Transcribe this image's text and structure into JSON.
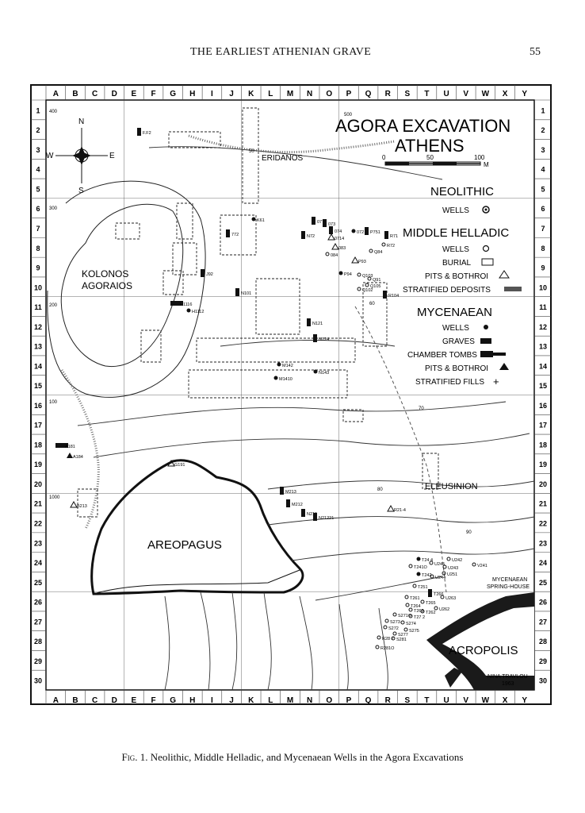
{
  "running_head": {
    "title": "THE EARLIEST ATHENIAN GRAVE",
    "page": "55"
  },
  "map": {
    "title_line1": "AGORA EXCAVATION",
    "title_line2": "ATHENS",
    "columns": [
      "A",
      "B",
      "C",
      "D",
      "E",
      "F",
      "G",
      "H",
      "I",
      "J",
      "K",
      "L",
      "M",
      "N",
      "O",
      "P",
      "Q",
      "R",
      "S",
      "T",
      "U",
      "V",
      "W",
      "X",
      "Y"
    ],
    "rows": [
      "1",
      "2",
      "3",
      "4",
      "5",
      "6",
      "7",
      "8",
      "9",
      "10",
      "11",
      "12",
      "13",
      "14",
      "15",
      "16",
      "17",
      "18",
      "19",
      "20",
      "21",
      "22",
      "23",
      "24",
      "25",
      "26",
      "27",
      "28",
      "29",
      "30"
    ],
    "scale": {
      "ticks": [
        "0",
        "50",
        "100"
      ],
      "unit": "M"
    },
    "compass": {
      "n": "N",
      "s": "S",
      "e": "E",
      "w": "W"
    },
    "legend": {
      "neolithic": {
        "heading": "NEOLITHIC",
        "wells": "WELLS"
      },
      "middle_helladic": {
        "heading": "MIDDLE HELLADIC",
        "wells": "WELLS",
        "burial": "BURIAL",
        "pits": "PITS & BOTHROI",
        "deposits": "STRATIFIED DEPOSITS"
      },
      "mycenaean": {
        "heading": "MYCENAEAN",
        "wells": "WELLS",
        "graves": "GRAVES",
        "chamber": "CHAMBER TOMBS",
        "pits": "PITS & BOTHROI",
        "fills": "STRATIFIED FILLS"
      }
    },
    "places": {
      "eridanos": "ERIDANOS",
      "kolonos1": "KOLONOS",
      "kolonos2": "AGORAIOS",
      "eleusinion": "ELEUSINION",
      "areopagus": "AREOPAGUS",
      "acropolis": "ACROPOLIS",
      "spring1": "MYCENAEAN",
      "spring2": "SPRING-HOUSE",
      "credit1": "NINA TRAVLOU",
      "credit2": "1963"
    },
    "contours": {
      "c50": "50",
      "c60": "60",
      "c70": "70",
      "c80": "80",
      "c90": "90"
    },
    "grid_values": {
      "g400": "400",
      "g300": "300",
      "g200": "200",
      "g100": "100",
      "g1000": "1000",
      "g500": "500"
    },
    "finds": [
      {
        "id": "F2",
        "label": "F.F2"
      },
      {
        "id": "K61",
        "label": "K61"
      },
      {
        "id": "772",
        "label": "772"
      },
      {
        "id": "N101",
        "label": "N101"
      },
      {
        "id": "N121",
        "label": "N121"
      },
      {
        "id": "N124",
        "label": "N124"
      },
      {
        "id": "M142",
        "label": "M142"
      },
      {
        "id": "N143",
        "label": "N143"
      },
      {
        "id": "M1410",
        "label": "M1410"
      },
      {
        "id": "H1112",
        "label": "H1112"
      },
      {
        "id": "H1116",
        "label": "H1116"
      },
      {
        "id": "J92",
        "label": "J92"
      },
      {
        "id": "077",
        "label": "077"
      },
      {
        "id": "073",
        "label": "073"
      },
      {
        "id": "074",
        "label": "074"
      },
      {
        "id": "N72",
        "label": "N72"
      },
      {
        "id": "0714",
        "label": "0714"
      },
      {
        "id": "072",
        "label": "072"
      },
      {
        "id": "P751",
        "label": "P751"
      },
      {
        "id": "R71",
        "label": "R71"
      },
      {
        "id": "R72",
        "label": "R72"
      },
      {
        "id": "083",
        "label": "083"
      },
      {
        "id": "084",
        "label": "084"
      },
      {
        "id": "Q84",
        "label": "Q84"
      },
      {
        "id": "P93",
        "label": "P93"
      },
      {
        "id": "P94",
        "label": "P94"
      },
      {
        "id": "Q103",
        "label": "Q103"
      },
      {
        "id": "Q91",
        "label": "Q91"
      },
      {
        "id": "Q105",
        "label": "Q105"
      },
      {
        "id": "Q102",
        "label": "Q102"
      },
      {
        "id": "R104",
        "label": "R104"
      },
      {
        "id": "A181",
        "label": "A181"
      },
      {
        "id": "A184",
        "label": "A184"
      },
      {
        "id": "G191",
        "label": "G191"
      },
      {
        "id": "B213",
        "label": "B213"
      },
      {
        "id": "M213",
        "label": "M213"
      },
      {
        "id": "M212",
        "label": "M212"
      },
      {
        "id": "N215",
        "label": "N215"
      },
      {
        "id": "N2122",
        "label": "N21221"
      },
      {
        "id": "R214",
        "label": "R21-4"
      },
      {
        "id": "T244",
        "label": "T24 4"
      },
      {
        "id": "U242",
        "label": "U242"
      },
      {
        "id": "V241",
        "label": "V241"
      },
      {
        "id": "T241",
        "label": "T241O"
      },
      {
        "id": "U245",
        "label": "U245"
      },
      {
        "id": "U243",
        "label": "U243"
      },
      {
        "id": "T242",
        "label": "T242"
      },
      {
        "id": "U244",
        "label": "U244"
      },
      {
        "id": "U251",
        "label": "U251"
      },
      {
        "id": "T251",
        "label": "T251"
      },
      {
        "id": "T266",
        "label": "T266"
      },
      {
        "id": "T261",
        "label": "T261"
      },
      {
        "id": "U263",
        "label": "U263"
      },
      {
        "id": "T264",
        "label": "T264"
      },
      {
        "id": "T265",
        "label": "T265"
      },
      {
        "id": "T263",
        "label": "T263"
      },
      {
        "id": "U262",
        "label": "U262"
      },
      {
        "id": "T262",
        "label": "T262"
      },
      {
        "id": "S271",
        "label": "S271O"
      },
      {
        "id": "T271",
        "label": "T27 2"
      },
      {
        "id": "S273",
        "label": "S273"
      },
      {
        "id": "S274",
        "label": "S274"
      },
      {
        "id": "S272",
        "label": "S272"
      },
      {
        "id": "S275",
        "label": "S275"
      },
      {
        "id": "S277",
        "label": "S277"
      },
      {
        "id": "R282",
        "label": "R28 2"
      },
      {
        "id": "S281",
        "label": "S281"
      },
      {
        "id": "R281",
        "label": "R281O"
      }
    ]
  },
  "caption": {
    "prefix": "Fig. 1.",
    "text": "Neolithic, Middle Helladic, and Mycenaean Wells in the Agora Excavations"
  }
}
